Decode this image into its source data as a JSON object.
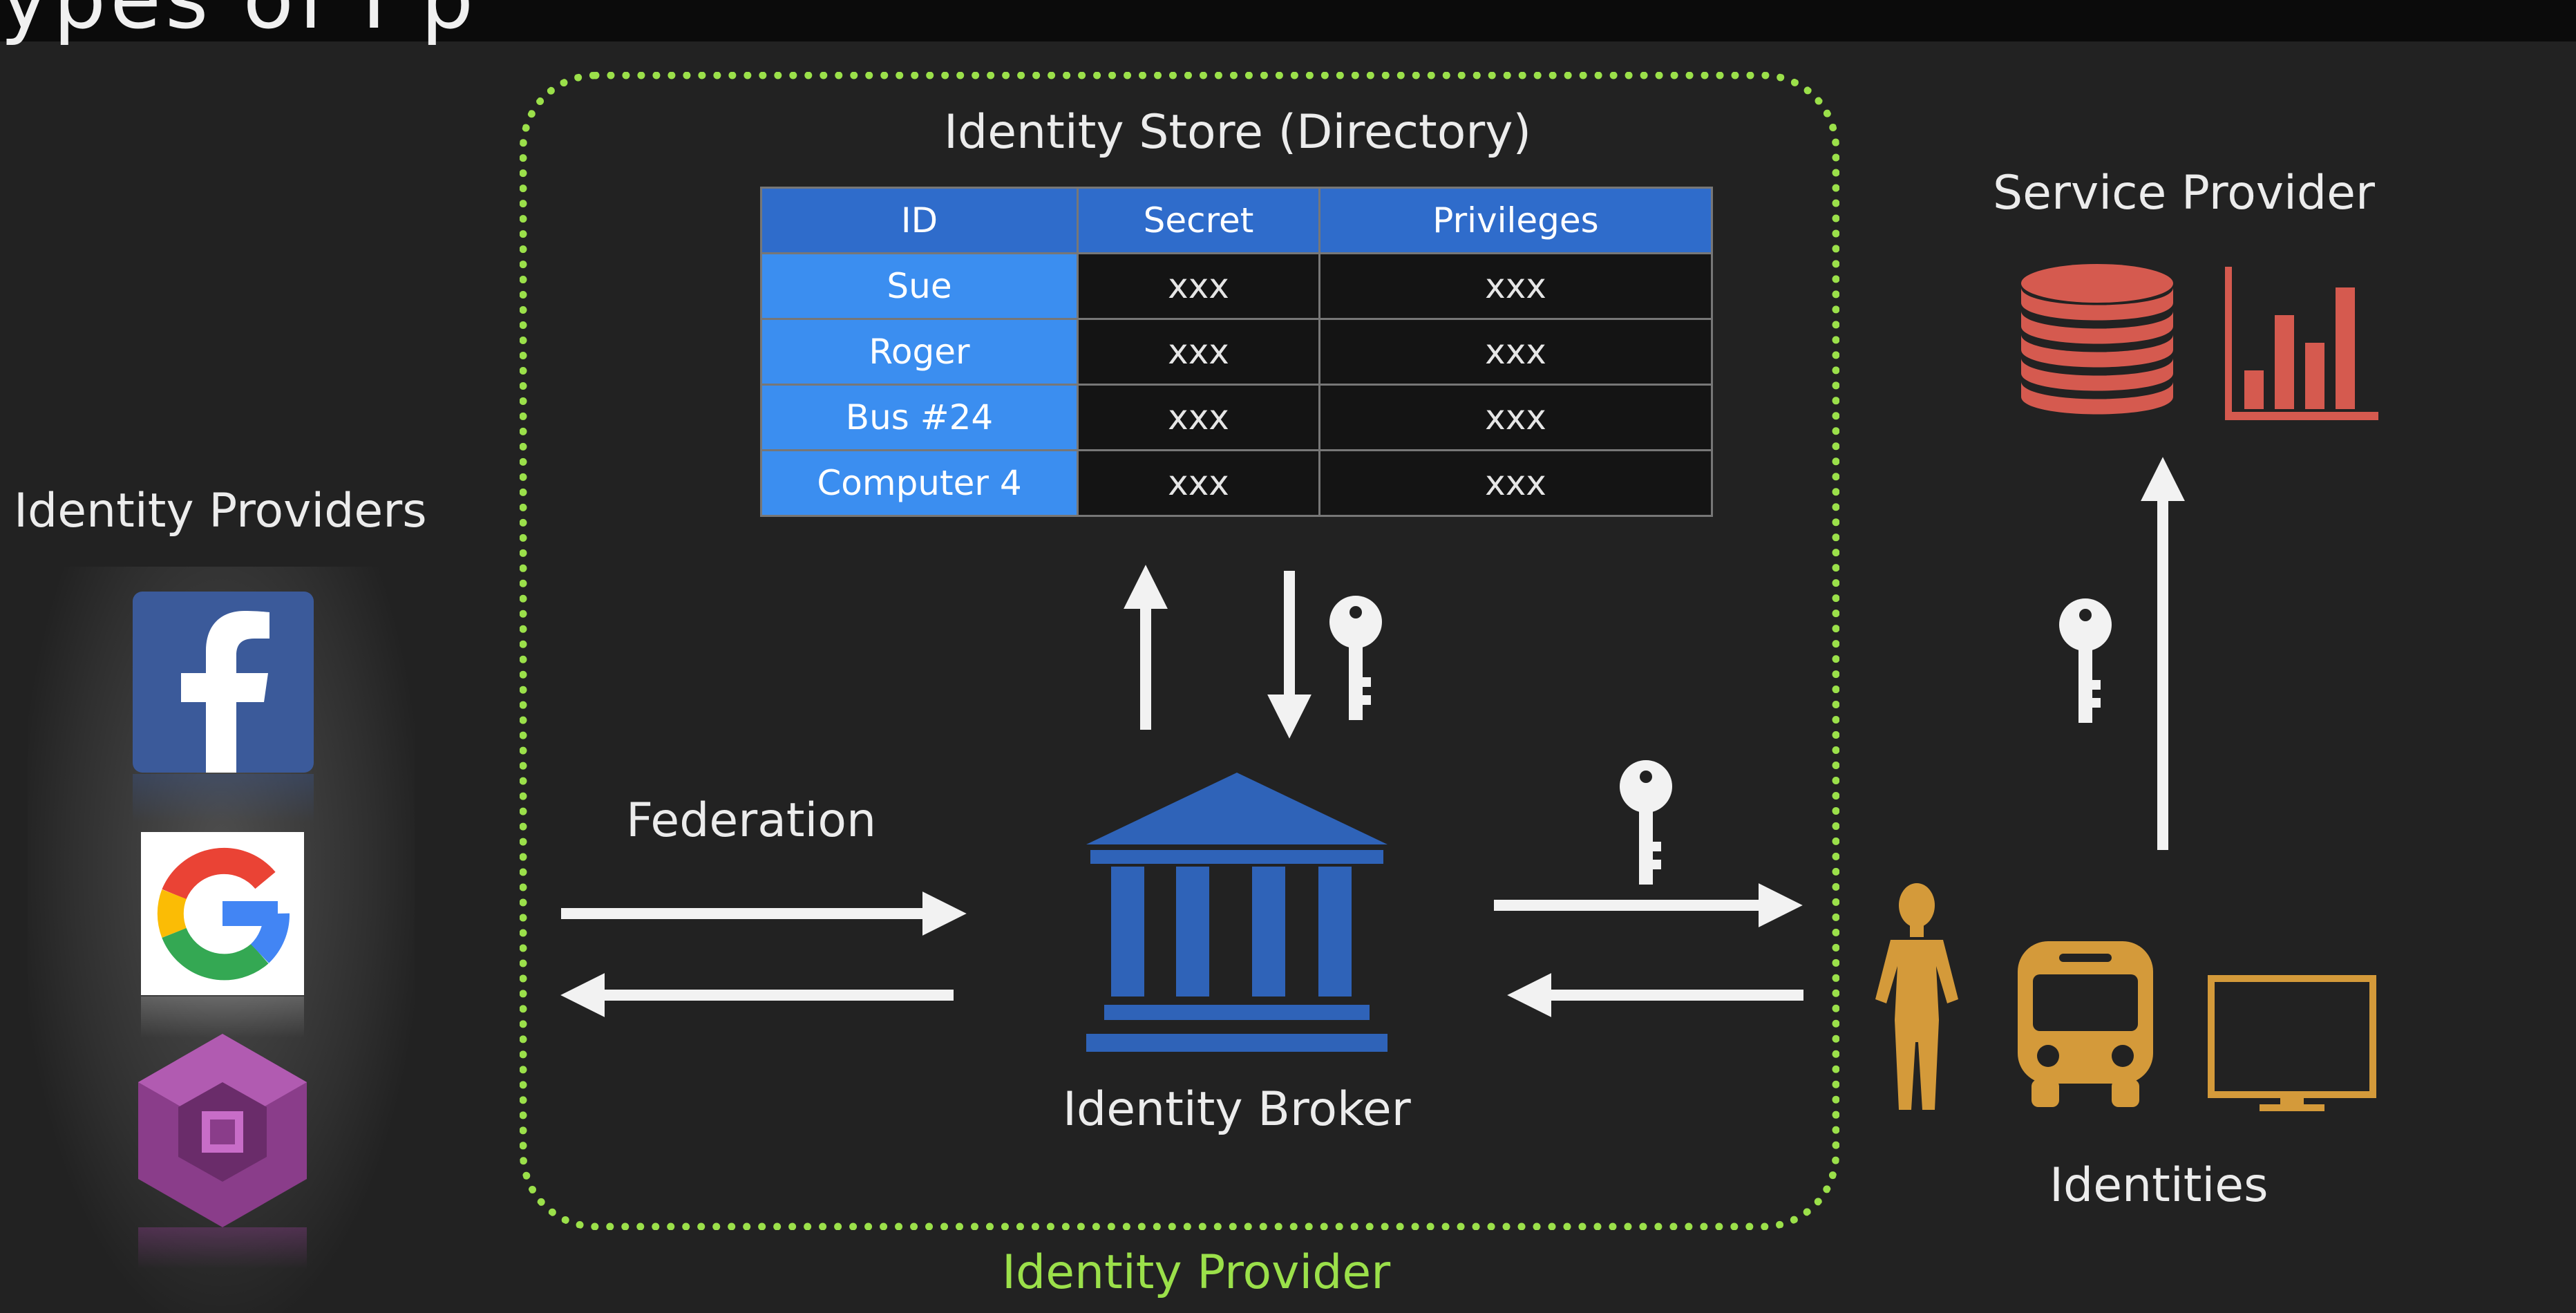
{
  "slide": {
    "headline_fragment": "ypes of I   p"
  },
  "identity_provider": {
    "caption": "Identity Provider",
    "store_title": "Identity Store (Directory)",
    "table": {
      "headers": [
        "ID",
        "Secret",
        "Privileges"
      ],
      "rows": [
        [
          "Sue",
          "xxx",
          "xxx"
        ],
        [
          "Roger",
          "xxx",
          "xxx"
        ],
        [
          "Bus #24",
          "xxx",
          "xxx"
        ],
        [
          "Computer 4",
          "xxx",
          "xxx"
        ]
      ]
    },
    "broker_label": "Identity Broker",
    "federation_label": "Federation"
  },
  "identity_providers": {
    "title": "Identity Providers",
    "icons": [
      "facebook-logo",
      "google-logo",
      "amazon-cognito-logo"
    ]
  },
  "service_provider": {
    "title": "Service Provider",
    "icons": [
      "database-icon",
      "bar-chart-icon"
    ]
  },
  "identities": {
    "title": "Identities",
    "icons": [
      "person-icon",
      "bus-icon",
      "monitor-icon"
    ]
  },
  "colors": {
    "frame_green": "#9be04a",
    "table_header_blue": "#2f6ccb",
    "table_id_blue": "#3b8ef0",
    "broker_blue": "#2f63b8",
    "service_red": "#d55a4f",
    "identity_gold": "#d49a3a"
  }
}
